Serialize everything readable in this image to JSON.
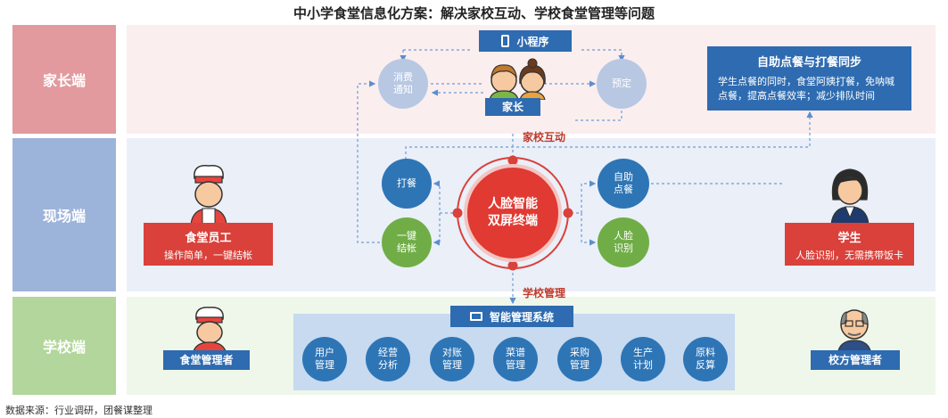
{
  "title": "中小学食堂信息化方案：解决家校互动、学校食堂管理等问题",
  "rows": {
    "parent": "家长端",
    "site": "现场端",
    "school": "学校端"
  },
  "miniprogram": {
    "label": "小程序"
  },
  "parent": {
    "label": "家长"
  },
  "nodes": {
    "consume_notice": "消费\n通知",
    "reserve": "预定",
    "dispense": "打餐",
    "one_click_settle": "一键\n结帐",
    "self_order": "自助\n点餐",
    "face_recognize": "人脸\n识别",
    "terminal": "人脸智能\n双屏终端"
  },
  "self_order_sync": {
    "title": "自助点餐与打餐同步",
    "desc": "学生点餐的同时，食堂阿姨打餐，免呐喊点餐，提高点餐效率；减少排队时间"
  },
  "home_school_interaction": "家校互动",
  "school_management": "学校管理",
  "canteen_staff": {
    "title": "食堂员工",
    "desc": "操作简单，一键结帐"
  },
  "student": {
    "title": "学生",
    "desc": "人脸识别，无需携带饭卡"
  },
  "canteen_manager": "食堂管理者",
  "school_manager": "校方管理者",
  "mgmt_system": {
    "title": "智能管理系统",
    "items": [
      "用户\n管理",
      "经营\n分析",
      "对账\n管理",
      "菜谱\n管理",
      "采购\n管理",
      "生产\n计划",
      "原料\n反算"
    ]
  },
  "source": "数据来源：行业调研，团餐谋整理",
  "colors": {
    "row_parent": "#e29a9e",
    "row_site": "#9db4da",
    "row_school": "#b2d69b",
    "band_parent": "#fbeeee",
    "band_site": "#eaeff8",
    "band_school": "#eef7e9",
    "accent_red": "#d9413a",
    "accent_blue": "#2e6bb0"
  }
}
